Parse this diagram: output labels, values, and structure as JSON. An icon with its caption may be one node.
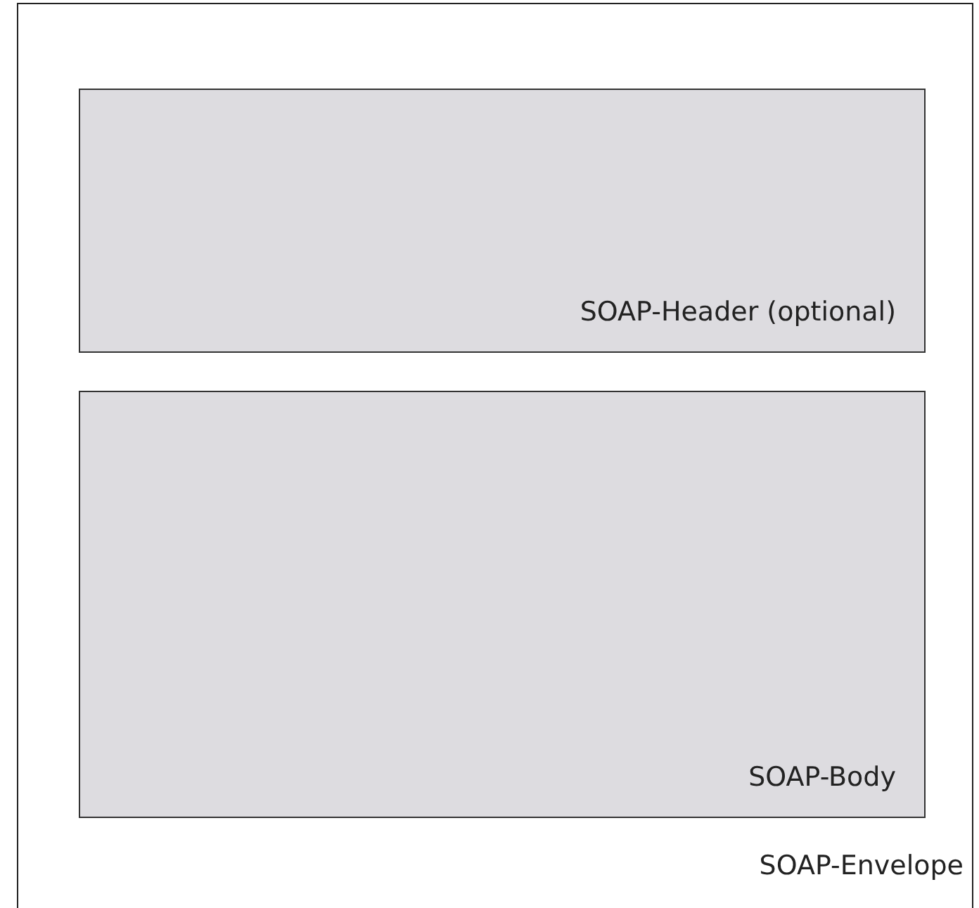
{
  "diagram": {
    "nodes": [
      {
        "text": [
          "SOAP-Envelope"
        ]
      },
      {
        "text": [
          "SOAP-Header (optional)"
        ],
        "in": 0
      },
      {
        "text": [
          "SOAP-Body"
        ],
        "in": 0
      }
    ]
  }
}
